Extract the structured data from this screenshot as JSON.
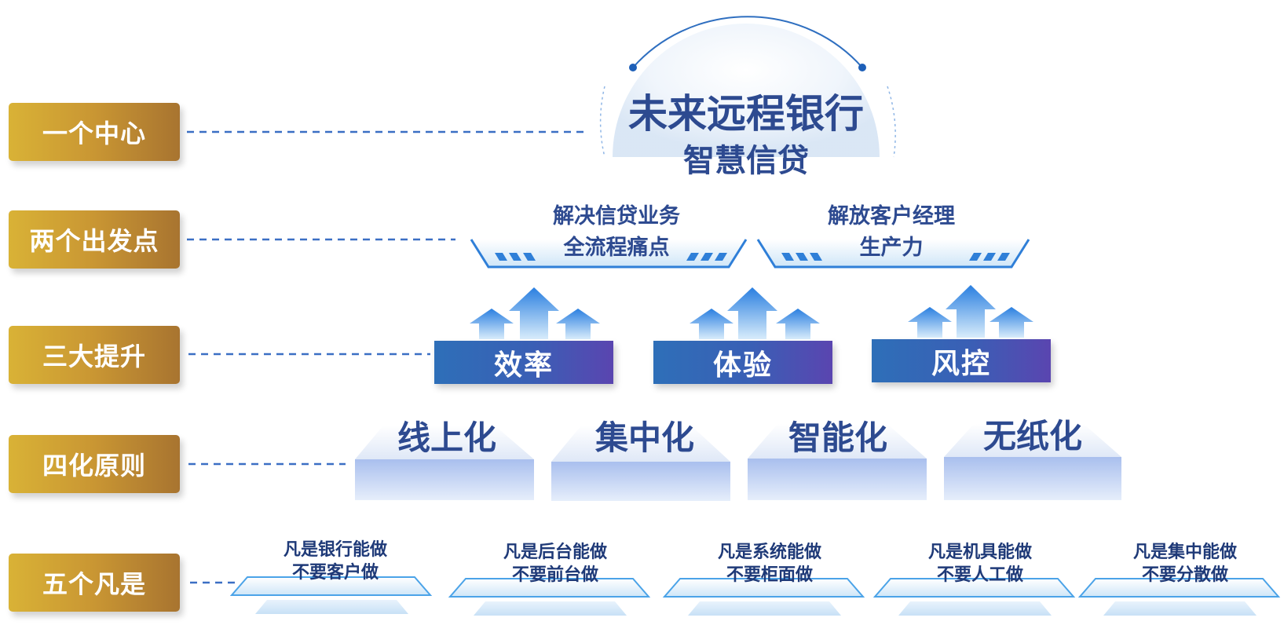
{
  "rows": [
    {
      "label": "一个中心"
    },
    {
      "label": "两个出发点"
    },
    {
      "label": "三大提升"
    },
    {
      "label": "四化原则"
    },
    {
      "label": "五个凡是"
    }
  ],
  "center": {
    "title": "未来远程银行",
    "subtitle": "智慧信贷"
  },
  "starting_points": [
    {
      "line1": "解决信贷业务",
      "line2": "全流程痛点"
    },
    {
      "line1": "解放客户经理",
      "line2": "生产力"
    }
  ],
  "improvements": [
    {
      "label": "效率"
    },
    {
      "label": "体验"
    },
    {
      "label": "风控"
    }
  ],
  "principles": [
    {
      "label": "线上化"
    },
    {
      "label": "集中化"
    },
    {
      "label": "智能化"
    },
    {
      "label": "无纸化"
    }
  ],
  "where_items": [
    {
      "line1": "凡是银行能做",
      "line2": "不要客户做"
    },
    {
      "line1": "凡是后台能做",
      "line2": "不要前台做"
    },
    {
      "line1": "凡是系统能做",
      "line2": "不要柜面做"
    },
    {
      "line1": "凡是机具能做",
      "line2": "不要人工做"
    },
    {
      "line1": "凡是集中能做",
      "line2": "不要分散做"
    }
  ],
  "colors": {
    "label_gold": "#c99633",
    "title_blue": "#2d4a90",
    "accent_blue": "#2f7fd8",
    "dashed_line": "#3b6fc4"
  }
}
